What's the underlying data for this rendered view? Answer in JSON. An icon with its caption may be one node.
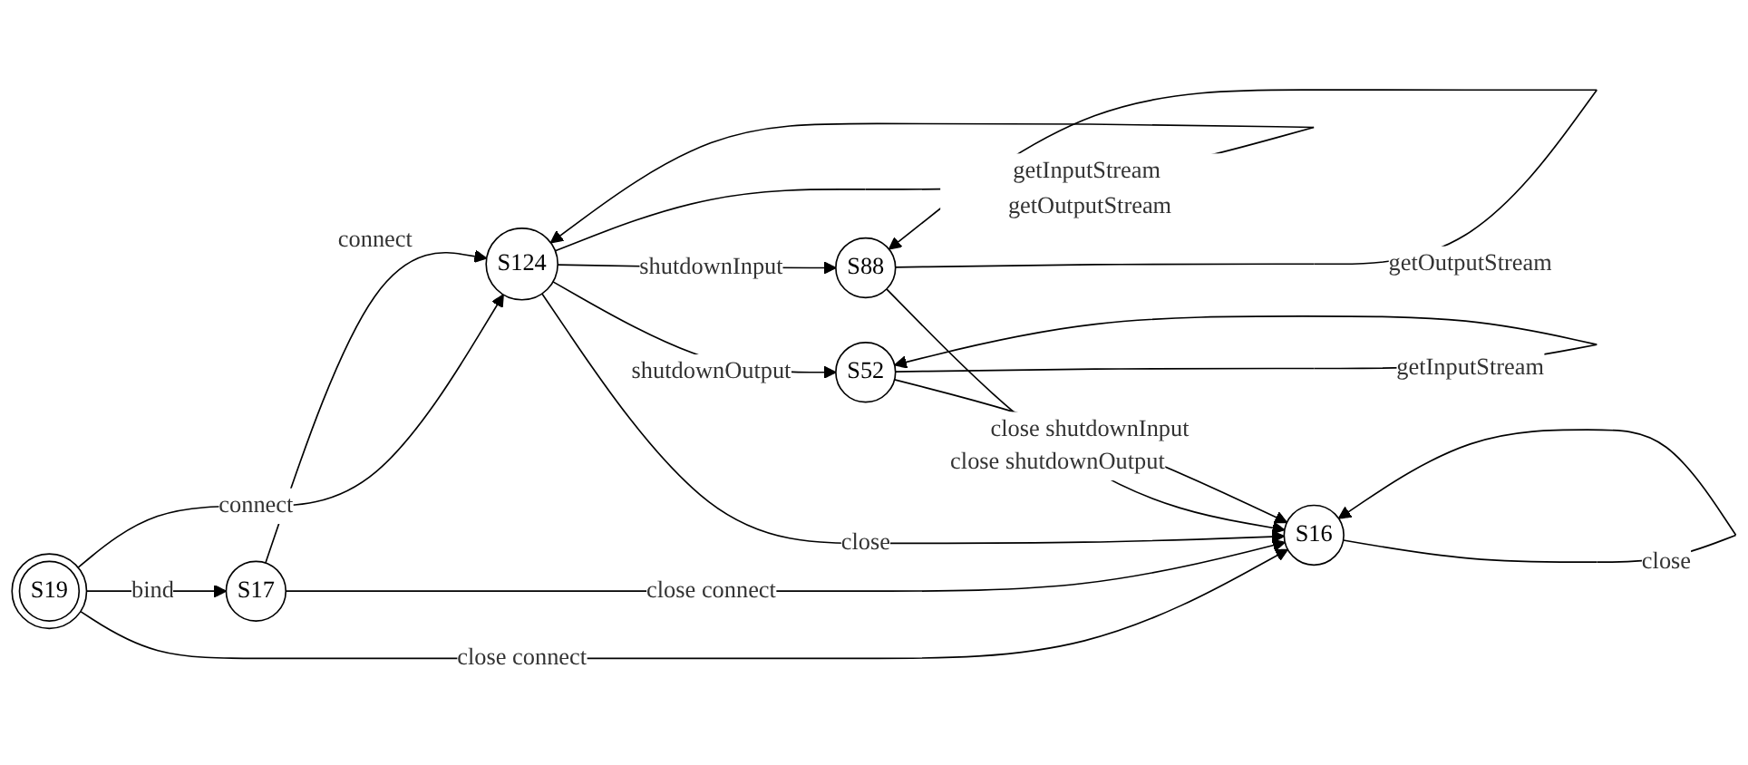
{
  "diagram": {
    "nodes": [
      {
        "text": [
          "S19"
        ]
      },
      {
        "text": [
          "S17"
        ]
      },
      {
        "text": [
          "S124"
        ]
      },
      {
        "text": [
          "S88"
        ]
      },
      {
        "text": [
          "S52"
        ]
      },
      {
        "text": [
          "S16"
        ]
      }
    ],
    "edges": [
      {
        "from": 0,
        "to": 5,
        "arrow": "to",
        "label": "close connect"
      },
      {
        "from": 0,
        "to": 2,
        "arrow": "to",
        "label": "connect"
      },
      {
        "from": 0,
        "to": 1,
        "arrow": "to",
        "label": "bind"
      },
      {
        "from": 1,
        "to": 2,
        "arrow": "to",
        "label": "connect"
      },
      {
        "from": 1,
        "to": 5,
        "arrow": "to",
        "label": "close connect"
      },
      {
        "from": 2,
        "to": 2,
        "arrow": "to",
        "label": "getInputStream getOutputStream"
      },
      {
        "from": 2,
        "to": 3,
        "arrow": "to",
        "label": "shutdownInput"
      },
      {
        "from": 2,
        "to": 5,
        "arrow": "to",
        "label": "close"
      },
      {
        "from": 2,
        "to": 4,
        "arrow": "to",
        "label": "shutdownOutput"
      },
      {
        "from": 3,
        "to": 3,
        "arrow": "to",
        "label": "getOutputStream"
      },
      {
        "from": 3,
        "to": 5,
        "arrow": "to",
        "label": "close shutdownOutput"
      },
      {
        "from": 4,
        "to": 4,
        "arrow": "to",
        "label": "getInputStream"
      },
      {
        "from": 4,
        "to": 5,
        "arrow": "to",
        "label": "close shutdownInput"
      },
      {
        "from": 5,
        "to": 5,
        "arrow": "to",
        "label": "close"
      }
    ]
  }
}
